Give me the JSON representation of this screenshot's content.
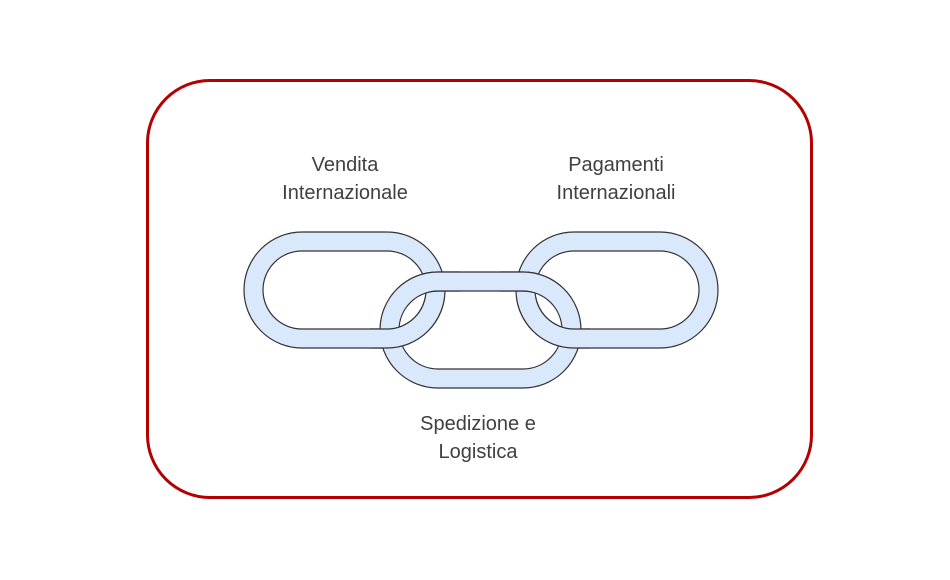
{
  "diagram": {
    "frame_color": "#b30000",
    "link_fill": "#dae8fc",
    "link_stroke": "#333333",
    "labels": {
      "vendita": {
        "line1": "Vendita",
        "line2": "Internazionale"
      },
      "pagamenti": {
        "line1": "Pagamenti",
        "line2": "Internazionali"
      },
      "spedizione": {
        "line1": "Spedizione e",
        "line2": "Logistica"
      }
    }
  }
}
